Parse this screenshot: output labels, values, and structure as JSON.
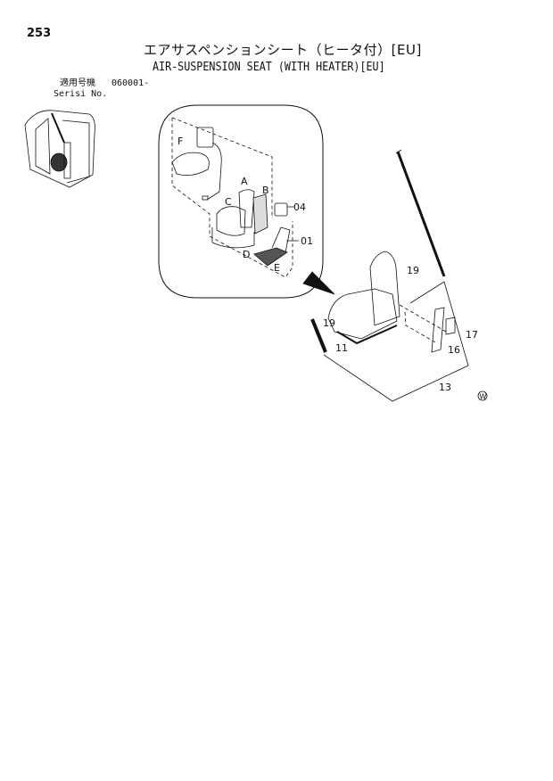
{
  "page": {
    "number": "253"
  },
  "title": {
    "japanese": "エアサスペンションシート（ヒータ付）[EU]",
    "english": "AIR-SUSPENSION SEAT (WITH HEATER)[EU]"
  },
  "serial": {
    "label_jp": "適用号機",
    "label_en": "Serisi No.",
    "value": "060001-"
  },
  "diagram": {
    "detail_labels": [
      "F",
      "A",
      "B",
      "C",
      "04",
      "01",
      "D",
      "E"
    ],
    "part_labels": [
      "19",
      "19",
      "11",
      "16",
      "17",
      "13"
    ],
    "symbol": "W"
  }
}
